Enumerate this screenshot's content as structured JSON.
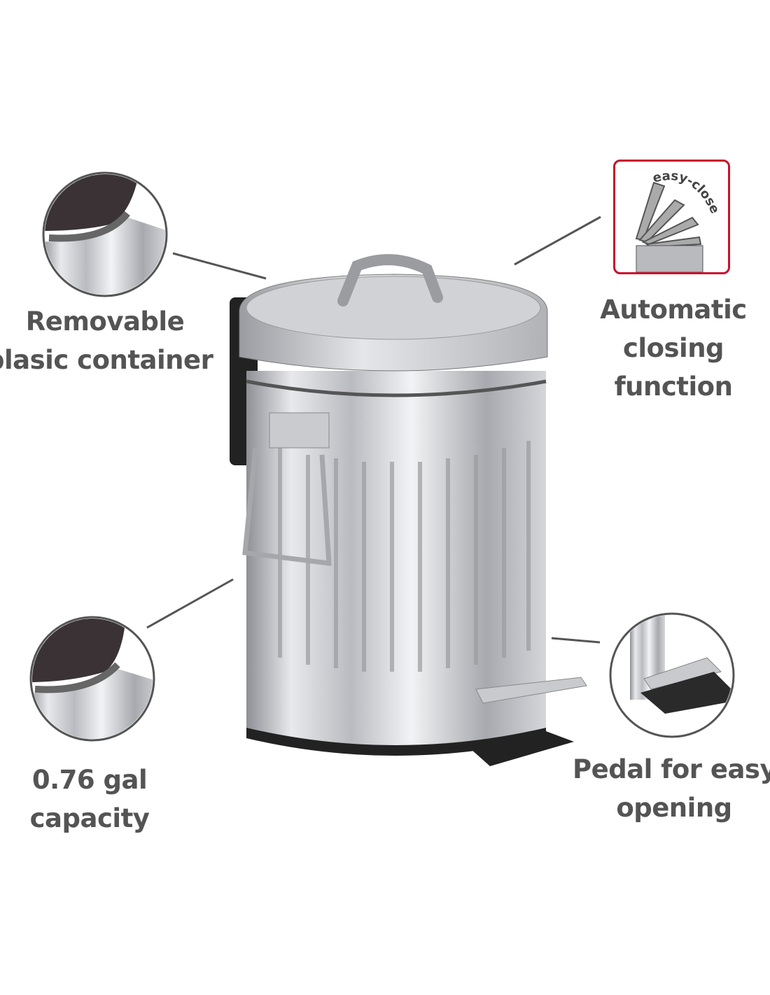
{
  "features": [
    {
      "id": "container",
      "lines": [
        "Removable",
        "plasic container"
      ]
    },
    {
      "id": "closing",
      "lines": [
        "Automatic",
        "closing",
        "function"
      ]
    },
    {
      "id": "capacity",
      "lines": [
        "0.76 gal",
        "capacity"
      ]
    },
    {
      "id": "pedal",
      "lines": [
        "Pedal for easy",
        "opening"
      ]
    }
  ],
  "badge": {
    "text": "easy-close"
  },
  "colors": {
    "text": "#545454",
    "badge_border": "#c8102e",
    "leader": "#555555"
  }
}
